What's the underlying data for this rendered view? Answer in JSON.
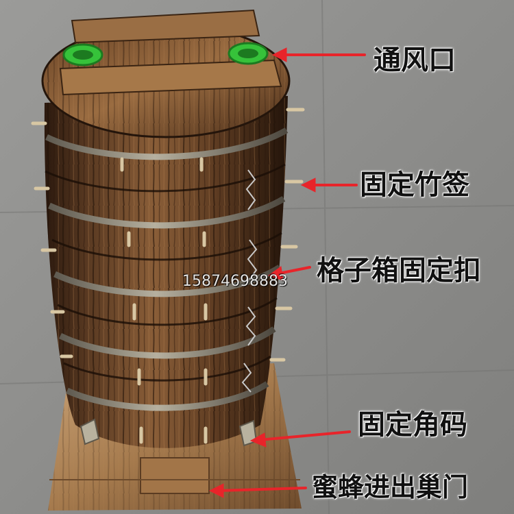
{
  "labels": {
    "vent": "通风口",
    "peg": "固定竹签",
    "clasp": "格子箱固定扣",
    "bracket": "固定角码",
    "door": "蜜蜂进出巢门"
  },
  "watermark": {
    "phone": "15874698883"
  },
  "colors": {
    "arrow": "#e8242a",
    "vent_cap": "#36c23a",
    "wood_dark": "#3b2414",
    "wood_light": "#a9784a",
    "metal_band": "#8f8a7e",
    "ground": "#8d8d8b"
  }
}
